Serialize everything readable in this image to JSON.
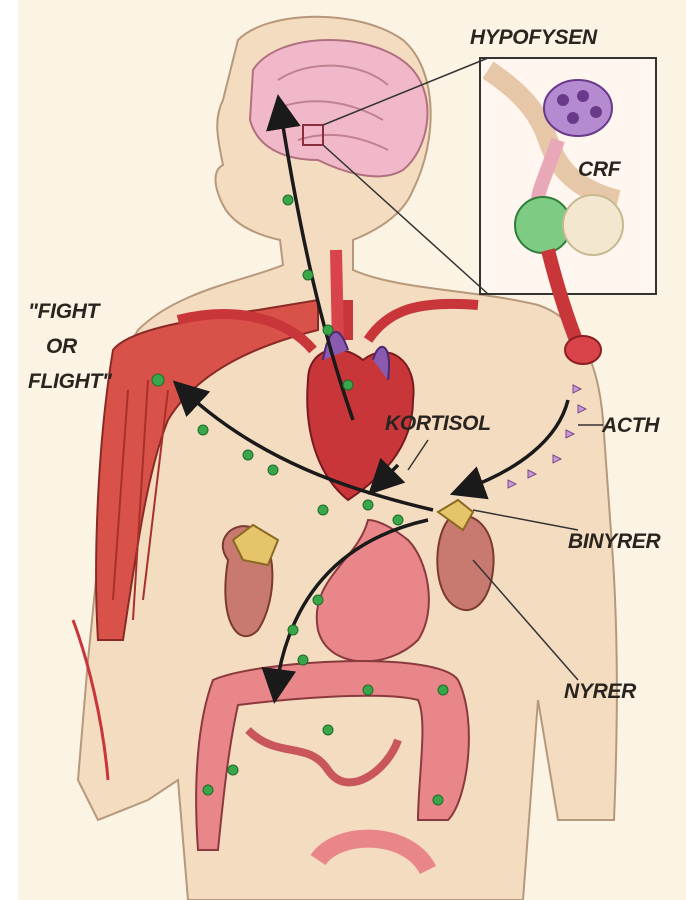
{
  "labels": {
    "hypofysen": "HYPOFYSEN",
    "crf": "CRF",
    "fight_line1": "\"FIGHT",
    "fight_line2": "OR",
    "fight_line3": "FLIGHT\"",
    "kortisol": "KORTISOL",
    "acth": "ACTH",
    "binyrer": "BINYRER",
    "nyrer": "NYRER"
  },
  "colors": {
    "background": "#fbf3e3",
    "skin": "#f4dcc0",
    "skin_outline": "#b8987a",
    "brain": "#f0b8c8",
    "muscle": "#d9524a",
    "heart": "#c8363a",
    "organ": "#e8868a",
    "kidney": "#c97a70",
    "adrenal": "#e6c46a",
    "hormone_green": "#3aa64a",
    "acth_purple": "#c89ad8",
    "arrow": "#1a1a1a"
  }
}
